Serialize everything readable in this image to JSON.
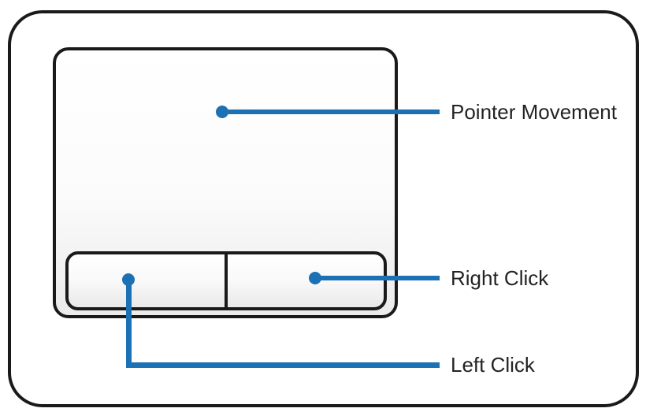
{
  "diagram": {
    "name": "touchpad-usage-diagram",
    "colors": {
      "accent_blue": "#1c70b4",
      "outline_black": "#1a1a1a",
      "surface_gradient_top": "#ffffff",
      "surface_gradient_bottom": "#ebebeb",
      "label_text": "#232323",
      "background": "#ffffff"
    },
    "callouts": [
      {
        "id": "pointer-movement",
        "label": "Pointer Movement"
      },
      {
        "id": "right-click",
        "label": "Right Click"
      },
      {
        "id": "left-click",
        "label": "Left Click"
      }
    ]
  }
}
